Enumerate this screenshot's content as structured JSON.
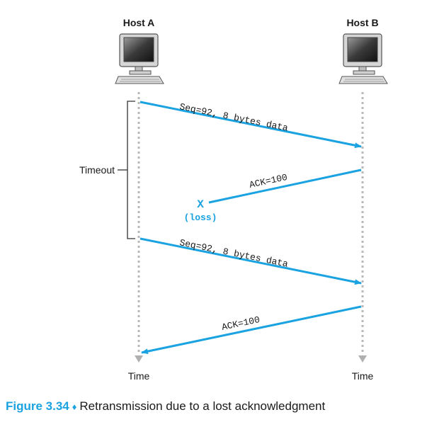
{
  "hosts": {
    "a_label": "Host A",
    "b_label": "Host B"
  },
  "messages": [
    {
      "label": "Seq=92, 8 bytes data",
      "direction": "A-to-B"
    },
    {
      "label": "ACK=100",
      "direction": "B-to-A",
      "lost": true
    },
    {
      "label": "Seq=92, 8 bytes data",
      "direction": "A-to-B"
    },
    {
      "label": "ACK=100",
      "direction": "B-to-A"
    }
  ],
  "loss": {
    "marker": "X",
    "label": "(loss)"
  },
  "timeout_label": "Timeout",
  "time_labels": {
    "a": "Time",
    "b": "Time"
  },
  "caption": {
    "figure": "Figure 3.34",
    "diamond": "♦",
    "text": "Retransmission due to a lost acknowledgment"
  },
  "colors": {
    "arrow": "#1aa3e0",
    "timeline": "#b8b8b8",
    "accent": "#1aa3e0"
  }
}
